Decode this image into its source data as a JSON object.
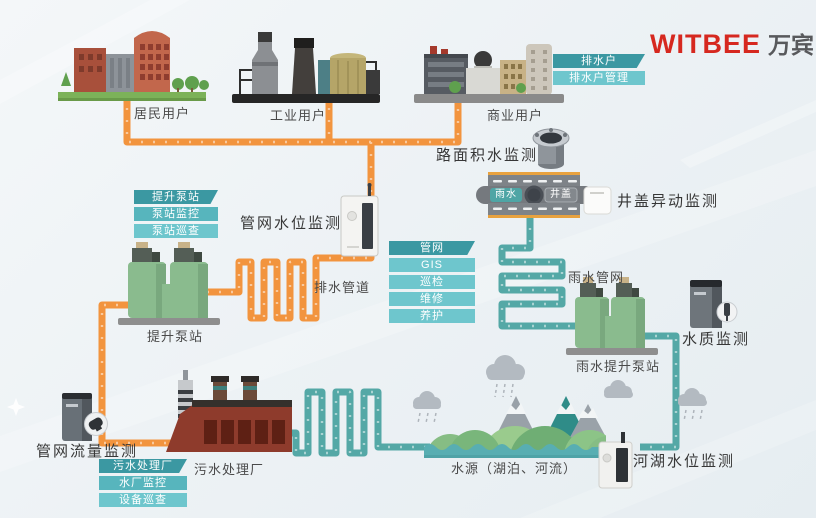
{
  "logo": {
    "brand": "WITBEE",
    "cn": "万宾"
  },
  "tag_groups": {
    "drain_users": [
      "排水户",
      "排水户管理"
    ],
    "pump_station": [
      "提升泵站",
      "泵站监控",
      "泵站巡查"
    ],
    "network": [
      "管网",
      "GIS",
      "巡检",
      "维修",
      "养护"
    ],
    "plant": [
      "污水处理厂",
      "水厂监控",
      "设备巡查"
    ]
  },
  "labels": {
    "residential": "居民用户",
    "industrial": "工业用户",
    "commercial": "商业用户",
    "road_water": "路面积水监测",
    "manhole_monitor": "井盖异动监测",
    "pipe_level": "管网水位监测",
    "drain_pipe": "排水管道",
    "rain_network": "雨水管网",
    "rain_pump": "雨水提升泵站",
    "water_quality": "水质监测",
    "lift_pump": "提升泵站",
    "pipe_flow": "管网流量监测",
    "sewage_plant": "污水处理厂",
    "water_source": "水源（湖泊、河流）",
    "river_level": "河湖水位监测"
  },
  "road": {
    "left": "雨水",
    "right": "井盖"
  },
  "colors": {
    "pipe_orange": "#f2943e",
    "pipe_teal": "#54a8a6",
    "tag_dark": "#3b98a2",
    "tag_light": "#6ec6cd",
    "brand_red": "#d6281f"
  }
}
